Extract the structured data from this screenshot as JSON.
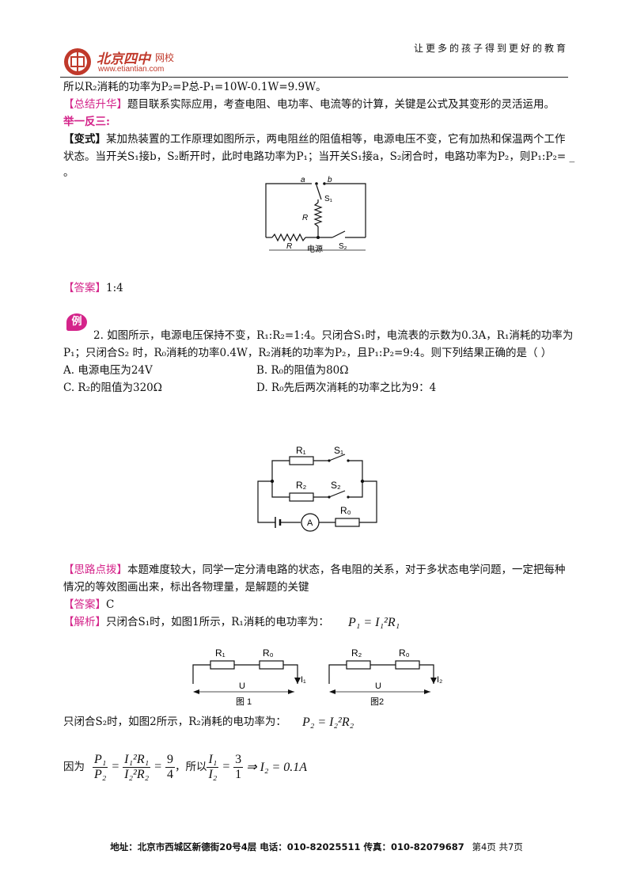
{
  "header": {
    "logo_cn": "北京四中",
    "logo_sub": "网校",
    "logo_url": "www.etiantian.com",
    "slogan": "让更多的孩子得到更好的教育"
  },
  "content": {
    "line1": "所以R₂消耗的功率为P₂=P总-P₁=10W-0.1W=9.9W。",
    "summary_tag": "【总结升华】",
    "summary_text": "题目联系实际应用，考查电阻、电功率、电流等的计算，关键是公式及其变形的灵活运用。",
    "jyfs": "举一反三:",
    "variant_tag": "【变式】",
    "variant_text_1": "某加热装置的工作原理如图所示，两电阻丝的阻值相等，电源电压不变，它有加热和保温两个工作",
    "variant_text_2": "状态。当开关S₁接b，S₂断开时，此时电路功率为P₁；当开关S₁接a，S₂闭合时，电路功率为P₂，则P₁:P₂= _",
    "variant_text_3": "。",
    "answer1_tag": "【答案】",
    "answer1": "1:4",
    "example_badge": "例",
    "ex2_line1": "2. 如图所示，电源电压保持不变，R₁:R₂=1:4。只闭合S₁时，电流表的示数为0.3A，R₁消耗的功率为",
    "ex2_line2": "P₁；只闭合S₂  时，R₀消耗的功率0.4W，R₂消耗的功率为P₂，且P₁:P₂=9:4。则下列结果正确的是（      ）",
    "opt_a": "A. 电源电压为24V",
    "opt_b": "B. R₀的阻值为80Ω",
    "opt_c": "C. R₂的阻值为320Ω",
    "opt_d": "D. R₀先后两次消耗的功率之比为9：4",
    "hint_tag": "【思路点拨】",
    "hint_1": "本题难度较大，同学一定分清电路的状态，各电阻的关系，对于多状态电学问题，一定把每种",
    "hint_2": "情况的等效图画出来，标出各物理量，是解题的关键",
    "answer2_tag": "【答案】",
    "answer2": "C",
    "analysis_tag": "【解析】",
    "analysis_1": "只闭合S₁时，如图1所示，R₁消耗的电功率为：",
    "analysis_2": "只闭合S₂时，如图2所示，R₂消耗的电功率为：",
    "because": "因为",
    "so": "，所以"
  },
  "circuit1": {
    "a": "a",
    "b": "b",
    "s1": "S₁",
    "r_vert": "R",
    "r_bot": "R",
    "source": "电源",
    "s2": "S₂"
  },
  "circuit2": {
    "r1": "R₁",
    "s1": "S₁",
    "r2": "R₂",
    "s2": "S₂",
    "ammeter": "A",
    "r0": "R₀"
  },
  "fig1": {
    "r1": "R₁",
    "r0": "R₀",
    "u": "U",
    "i": "I₁",
    "caption": "图 1"
  },
  "fig2": {
    "r2": "R₂",
    "r0": "R₀",
    "u": "U",
    "i": "I₂",
    "caption": "图2"
  },
  "formulas": {
    "p1_lhs": "P₁",
    "p1_rhs": "= I₁²R₁",
    "p2_lhs": "P₂",
    "p2_rhs": "= I₂²R₂",
    "ratio_n": "P₁",
    "ratio_d": "P₂",
    "eq": "=",
    "ratio2_n": "I₁²R₁",
    "ratio2_d": "I₂²R₂",
    "ratio3_n": "9",
    "ratio3_d": "4",
    "cur_n": "I₁",
    "cur_d": "I₂",
    "cur2_n": "3",
    "cur2_d": "1",
    "result": "⇒ I₂ = 0.1A"
  },
  "footer": {
    "address": "地址：北京市西城区新德街20号4层 电话：010-82025511 传真：010-82079687",
    "page": "第4页  共7页"
  },
  "colors": {
    "accent": "#d4248a",
    "logo_red": "#c0392b"
  }
}
